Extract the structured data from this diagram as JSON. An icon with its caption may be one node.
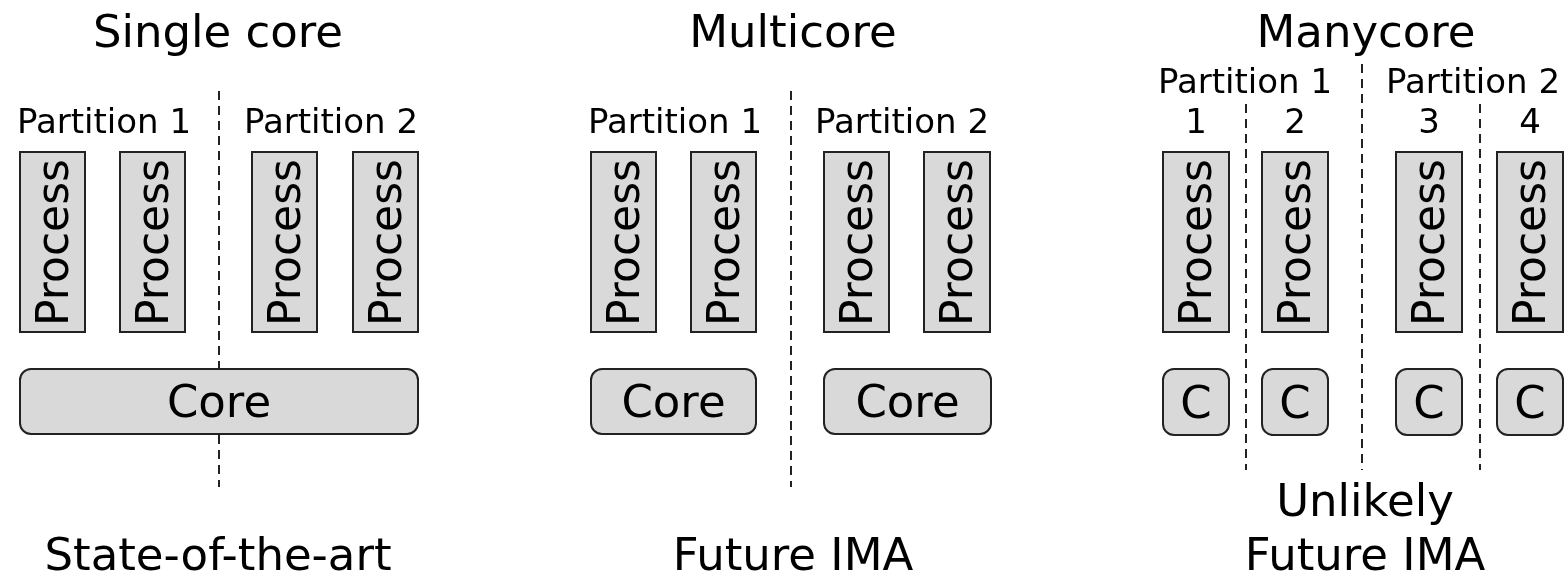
{
  "diagram": {
    "nodes": [
      {
        "text": [
          "Process"
        ]
      },
      {
        "text": [
          "Process"
        ]
      },
      {
        "text": [
          "Process"
        ]
      },
      {
        "text": [
          "Process"
        ]
      },
      {
        "text": [
          "Core"
        ]
      },
      {
        "text": [
          "Process"
        ]
      },
      {
        "text": [
          "Process"
        ]
      },
      {
        "text": [
          "Process"
        ]
      },
      {
        "text": [
          "Process"
        ]
      },
      {
        "text": [
          "Core"
        ]
      },
      {
        "text": [
          "Core"
        ]
      },
      {
        "text": [
          "Process"
        ]
      },
      {
        "text": [
          "Process"
        ]
      },
      {
        "text": [
          "Process"
        ]
      },
      {
        "text": [
          "Process"
        ]
      },
      {
        "text": [
          "C"
        ]
      },
      {
        "text": [
          "C"
        ]
      },
      {
        "text": [
          "C"
        ]
      },
      {
        "text": [
          "C"
        ]
      }
    ],
    "labels": [
      "Single core",
      "Multicore",
      "Manycore",
      "Partition 1",
      "Partition 2",
      "Partition 1",
      "Partition 2",
      "Partition 1",
      "Partition 2",
      "1",
      "2",
      "3",
      "4",
      "State-of-the-art",
      "Future IMA",
      "Unlikely",
      "Future IMA"
    ]
  }
}
